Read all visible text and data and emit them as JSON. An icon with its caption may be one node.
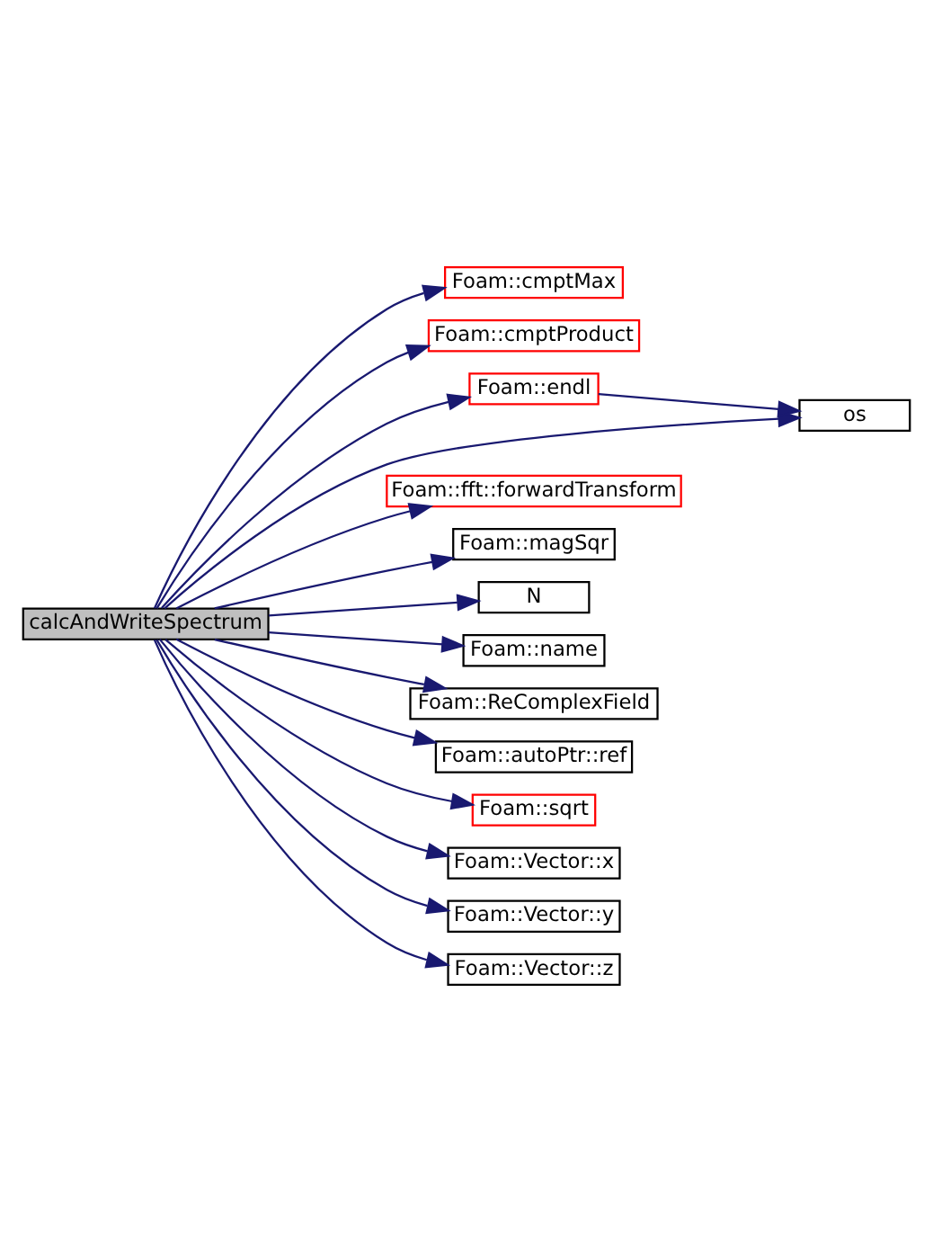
{
  "diagram": {
    "nodes": [
      {
        "text": [
          "calcAndWriteSpectrum"
        ]
      },
      {
        "text": [
          "Foam::cmptMax"
        ]
      },
      {
        "text": [
          "Foam::cmptProduct"
        ]
      },
      {
        "text": [
          "Foam::endl"
        ]
      },
      {
        "text": [
          "os"
        ]
      },
      {
        "text": [
          "Foam::fft::forwardTransform"
        ]
      },
      {
        "text": [
          "Foam::magSqr"
        ]
      },
      {
        "text": [
          "N"
        ]
      },
      {
        "text": [
          "Foam::name"
        ]
      },
      {
        "text": [
          "Foam::ReComplexField"
        ]
      },
      {
        "text": [
          "Foam::autoPtr::ref"
        ]
      },
      {
        "text": [
          "Foam::sqrt"
        ]
      },
      {
        "text": [
          "Foam::Vector::x"
        ]
      },
      {
        "text": [
          "Foam::Vector::y"
        ]
      },
      {
        "text": [
          "Foam::Vector::z"
        ]
      }
    ],
    "edges": [
      {
        "from": 0,
        "to": 1,
        "arrow": "to"
      },
      {
        "from": 0,
        "to": 2,
        "arrow": "to"
      },
      {
        "from": 0,
        "to": 3,
        "arrow": "to"
      },
      {
        "from": 0,
        "to": 4,
        "arrow": "to"
      },
      {
        "from": 0,
        "to": 5,
        "arrow": "to"
      },
      {
        "from": 0,
        "to": 6,
        "arrow": "to"
      },
      {
        "from": 0,
        "to": 7,
        "arrow": "to"
      },
      {
        "from": 0,
        "to": 8,
        "arrow": "to"
      },
      {
        "from": 0,
        "to": 9,
        "arrow": "to"
      },
      {
        "from": 0,
        "to": 10,
        "arrow": "to"
      },
      {
        "from": 0,
        "to": 11,
        "arrow": "to"
      },
      {
        "from": 0,
        "to": 12,
        "arrow": "to"
      },
      {
        "from": 0,
        "to": 13,
        "arrow": "to"
      },
      {
        "from": 0,
        "to": 14,
        "arrow": "to"
      },
      {
        "from": 3,
        "to": 4,
        "arrow": "to"
      }
    ]
  }
}
